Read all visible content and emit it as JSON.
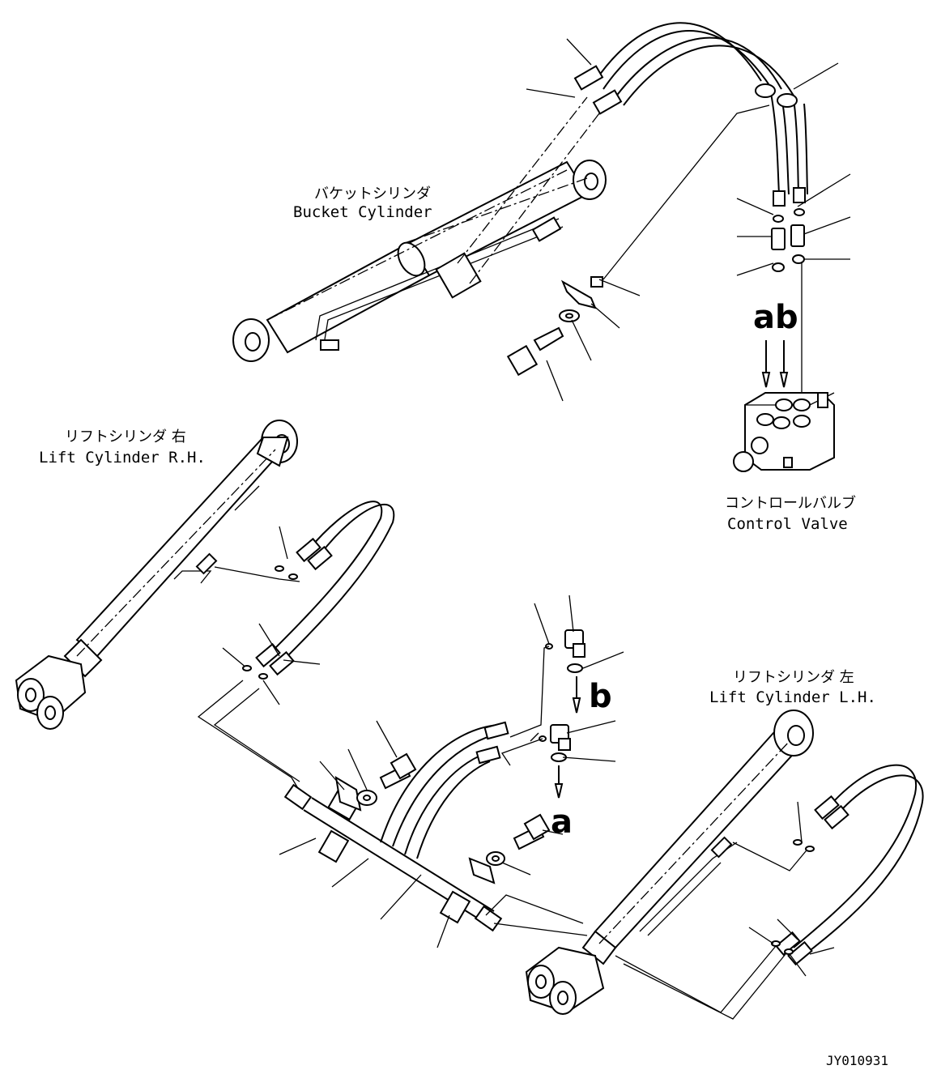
{
  "labels": {
    "bucket_cylinder_jp": "バケットシリンダ",
    "bucket_cylinder_en": "Bucket Cylinder",
    "lift_cylinder_rh_jp": "リフトシリンダ 右",
    "lift_cylinder_rh_en": "Lift Cylinder R.H.",
    "lift_cylinder_lh_jp": "リフトシリンダ 左",
    "lift_cylinder_lh_en": "Lift Cylinder L.H.",
    "control_valve_jp": "コントロールバルブ",
    "control_valve_en": "Control Valve"
  },
  "ports": {
    "a_top": "a",
    "b_top": "b",
    "b_side": "b",
    "a_side": "a"
  },
  "drawing_code": "JY010931"
}
